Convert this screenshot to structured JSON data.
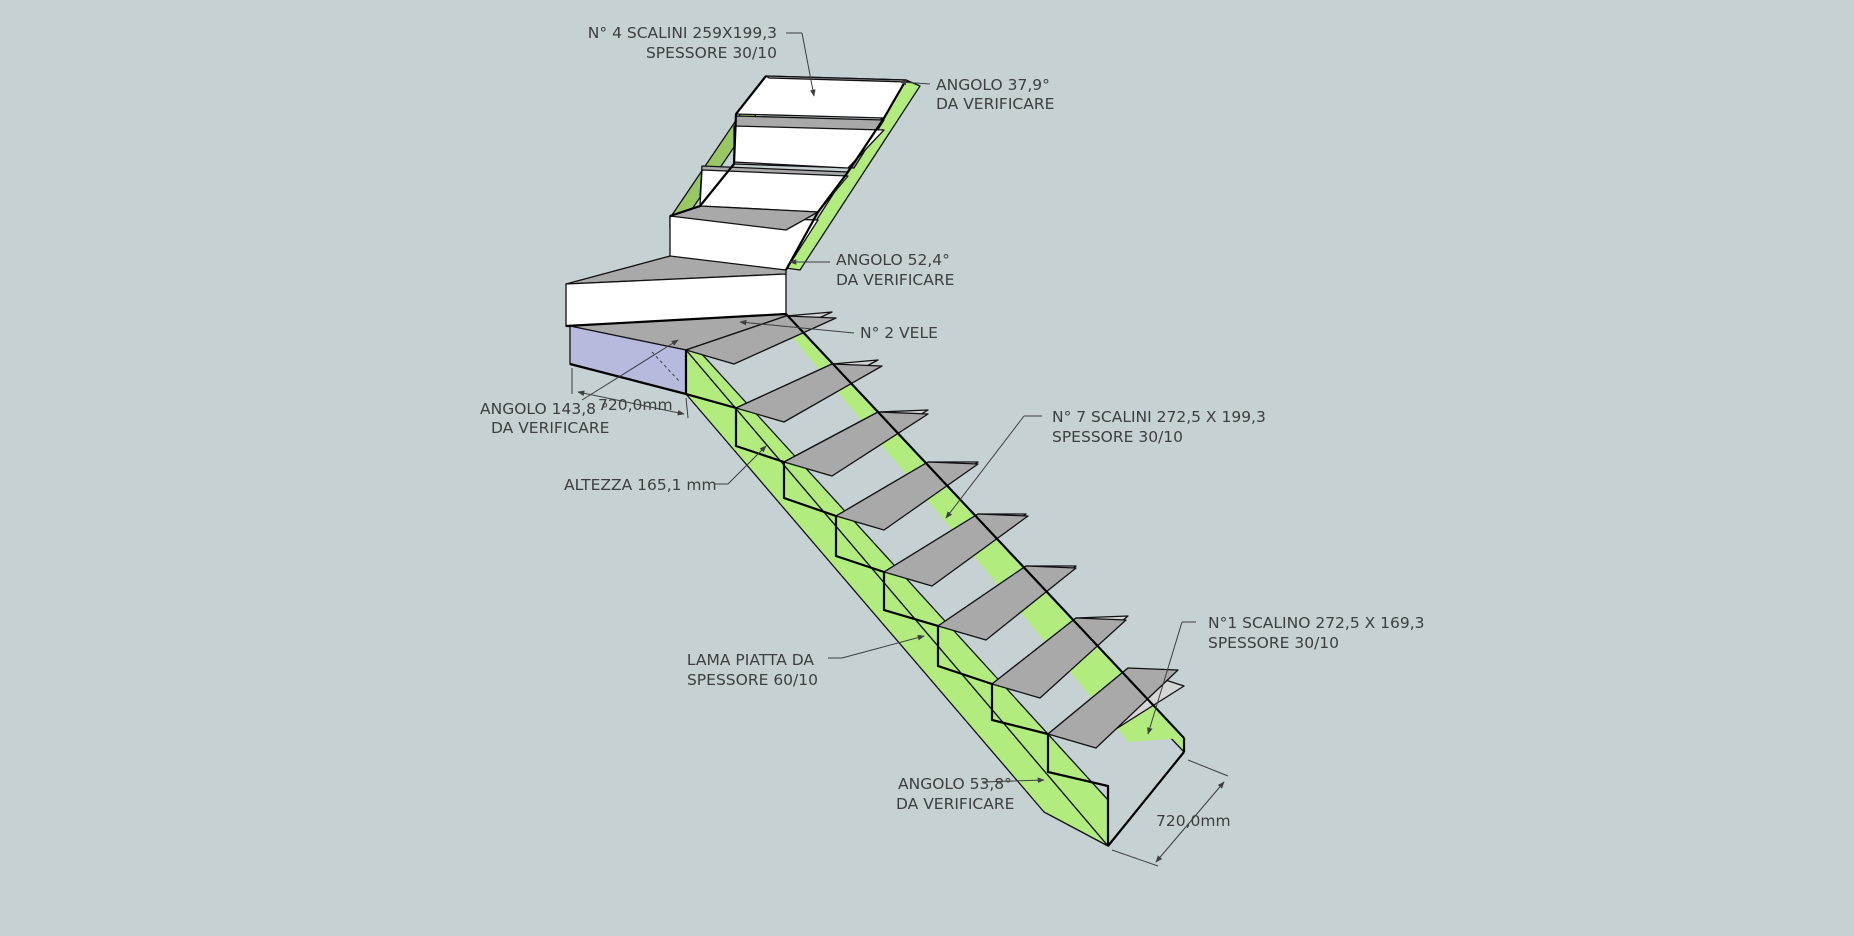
{
  "annotations": {
    "top_steps": [
      "N° 4 SCALINI 259X199,3",
      "SPESSORE 30/10"
    ],
    "angle_top": [
      "ANGOLO 37,9°",
      "DA VERIFICARE"
    ],
    "angle_mid": [
      "ANGOLO 52,4°",
      "DA VERIFICARE"
    ],
    "vele": "N° 2 VELE",
    "angle_left": [
      "ANGOLO 143,8 °",
      "DA VERIFICARE"
    ],
    "width_left": "720,0mm",
    "height": "ALTEZZA 165,1 mm",
    "main_steps": [
      "N° 7 SCALINI 272,5 X 199,3",
      "SPESSORE 30/10"
    ],
    "first_step": [
      "N°1 SCALINO 272,5 X 169,3",
      "SPESSORE 30/10"
    ],
    "lama": [
      "LAMA PIATTA DA",
      "SPESSORE 60/10"
    ],
    "angle_bottom": [
      "ANGOLO 53,8°",
      "DA VERIFICARE"
    ],
    "width_bottom": "720,0mm"
  },
  "colors": {
    "background": "#c5d1d3",
    "stringer_light": "#b3ec7e",
    "stringer_dark": "#99c763",
    "tread_top": "#a9a9a9",
    "riser": "#d6d6d6",
    "white_face": "#ffffff",
    "landing_side": "#b7b9dd",
    "text": "#3d3f40"
  }
}
